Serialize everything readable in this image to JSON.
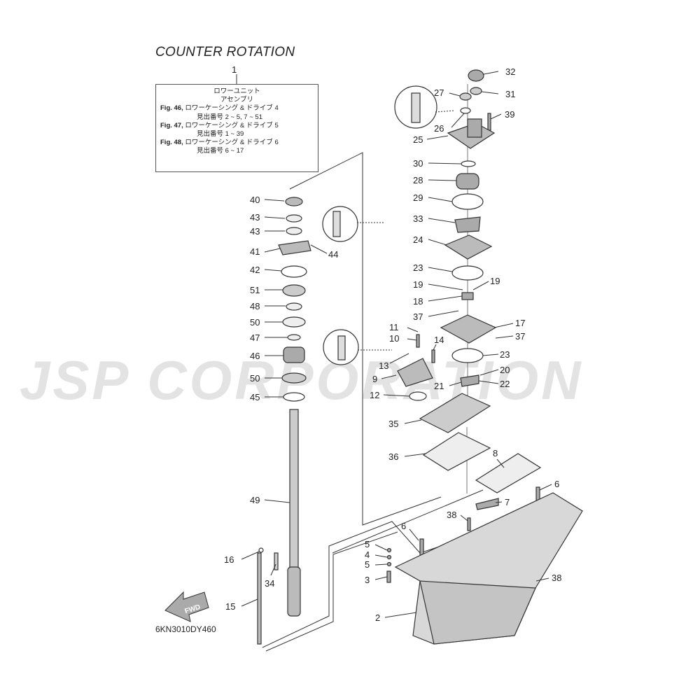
{
  "diagram": {
    "title": "COUNTER ROTATION",
    "assembly_ref": "1",
    "reference_box": {
      "line1": "ロワーユニット",
      "line2": "アセンブリ",
      "rows": [
        {
          "fig": "Fig. 46,",
          "desc": "ロワーケーシング & ドライブ 4",
          "sub": "見出番号 2 ~ 5, 7 ~ 51"
        },
        {
          "fig": "Fig. 47,",
          "desc": "ロワーケーシング & ドライブ 5",
          "sub": "見出番号 1 ~ 39"
        },
        {
          "fig": "Fig. 48,",
          "desc": "ロワーケーシング & ドライブ 6",
          "sub": "見出番号 6 ~ 17"
        }
      ]
    },
    "watermark": "JSP CORPORATION",
    "fwd_label": "FWD",
    "drawing_code": "6KN3010DY460",
    "labels": {
      "n2": "2",
      "n3": "3",
      "n4": "4",
      "n5a": "5",
      "n5b": "5",
      "n6a": "6",
      "n6b": "6",
      "n7": "7",
      "n8": "8",
      "n9": "9",
      "n10": "10",
      "n11": "11",
      "n12": "12",
      "n13": "13",
      "n14": "14",
      "n15": "15",
      "n16": "16",
      "n17": "17",
      "n18": "18",
      "n19a": "19",
      "n19b": "19",
      "n20": "20",
      "n21": "21",
      "n22": "22",
      "n23a": "23",
      "n23b": "23",
      "n24": "24",
      "n25": "25",
      "n26": "26",
      "n27": "27",
      "n28": "28",
      "n29": "29",
      "n30": "30",
      "n31": "31",
      "n32": "32",
      "n33": "33",
      "n34": "34",
      "n35": "35",
      "n36": "36",
      "n37a": "37",
      "n37b": "37",
      "n38a": "38",
      "n38b": "38",
      "n39": "39",
      "n40": "40",
      "n41": "41",
      "n42": "42",
      "n43a": "43",
      "n43b": "43",
      "n44": "44",
      "n45": "45",
      "n46": "46",
      "n47": "47",
      "n48": "48",
      "n49": "49",
      "n50a": "50",
      "n50b": "50",
      "n51": "51"
    }
  }
}
